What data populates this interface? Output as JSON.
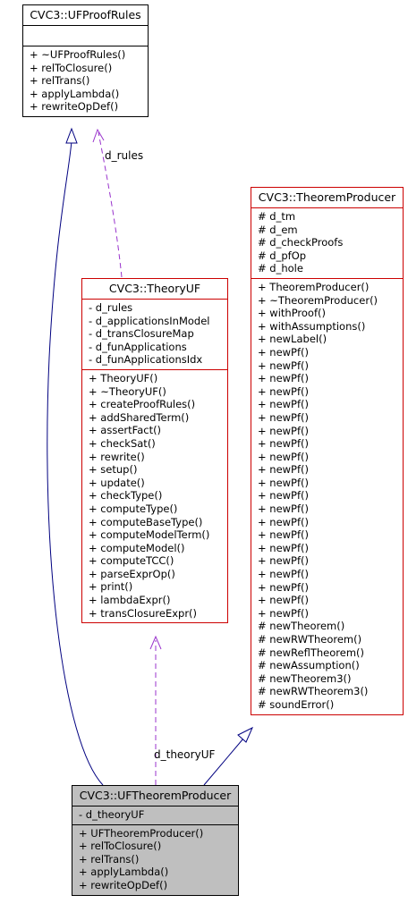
{
  "classes": {
    "ufproofrules": {
      "name": "CVC3::UFProofRules",
      "attributes": [],
      "methods": [
        "+ ~UFProofRules()",
        "+ relToClosure()",
        "+ relTrans()",
        "+ applyLambda()",
        "+ rewriteOpDef()"
      ]
    },
    "theoremproducer": {
      "name": "CVC3::TheoremProducer",
      "attributes": [
        "# d_tm",
        "# d_em",
        "# d_checkProofs",
        "# d_pfOp",
        "# d_hole"
      ],
      "methods": [
        "+ TheoremProducer()",
        "+ ~TheoremProducer()",
        "+ withProof()",
        "+ withAssumptions()",
        "+ newLabel()",
        "+ newPf()",
        "+ newPf()",
        "+ newPf()",
        "+ newPf()",
        "+ newPf()",
        "+ newPf()",
        "+ newPf()",
        "+ newPf()",
        "+ newPf()",
        "+ newPf()",
        "+ newPf()",
        "+ newPf()",
        "+ newPf()",
        "+ newPf()",
        "+ newPf()",
        "+ newPf()",
        "+ newPf()",
        "+ newPf()",
        "+ newPf()",
        "+ newPf()",
        "+ newPf()",
        "# newTheorem()",
        "# newRWTheorem()",
        "# newReflTheorem()",
        "# newAssumption()",
        "# newTheorem3()",
        "# newRWTheorem3()",
        "# soundError()"
      ]
    },
    "theoryuf": {
      "name": "CVC3::TheoryUF",
      "attributes": [
        "- d_rules",
        "- d_applicationsInModel",
        "- d_transClosureMap",
        "- d_funApplications",
        "- d_funApplicationsIdx"
      ],
      "methods": [
        "+ TheoryUF()",
        "+ ~TheoryUF()",
        "+ createProofRules()",
        "+ addSharedTerm()",
        "+ assertFact()",
        "+ checkSat()",
        "+ rewrite()",
        "+ setup()",
        "+ update()",
        "+ checkType()",
        "+ computeType()",
        "+ computeBaseType()",
        "+ computeModelTerm()",
        "+ computeModel()",
        "+ computeTCC()",
        "+ parseExprOp()",
        "+ print()",
        "+ lambdaExpr()",
        "+ transClosureExpr()"
      ]
    },
    "uftheoremproducer": {
      "name": "CVC3::UFTheoremProducer",
      "attributes": [
        "- d_theoryUF"
      ],
      "methods": [
        "+ UFTheoremProducer()",
        "+ relToClosure()",
        "+ relTrans()",
        "+ applyLambda()",
        "+ rewriteOpDef()"
      ]
    }
  },
  "edge_labels": {
    "d_rules": "d_rules",
    "d_theoryUF": "d_theoryUF"
  },
  "colors": {
    "inheritance": "#000080",
    "usage": "#9933cc",
    "class_border_red": "#cc0000",
    "highlight_fill": "#bfbfbf"
  }
}
